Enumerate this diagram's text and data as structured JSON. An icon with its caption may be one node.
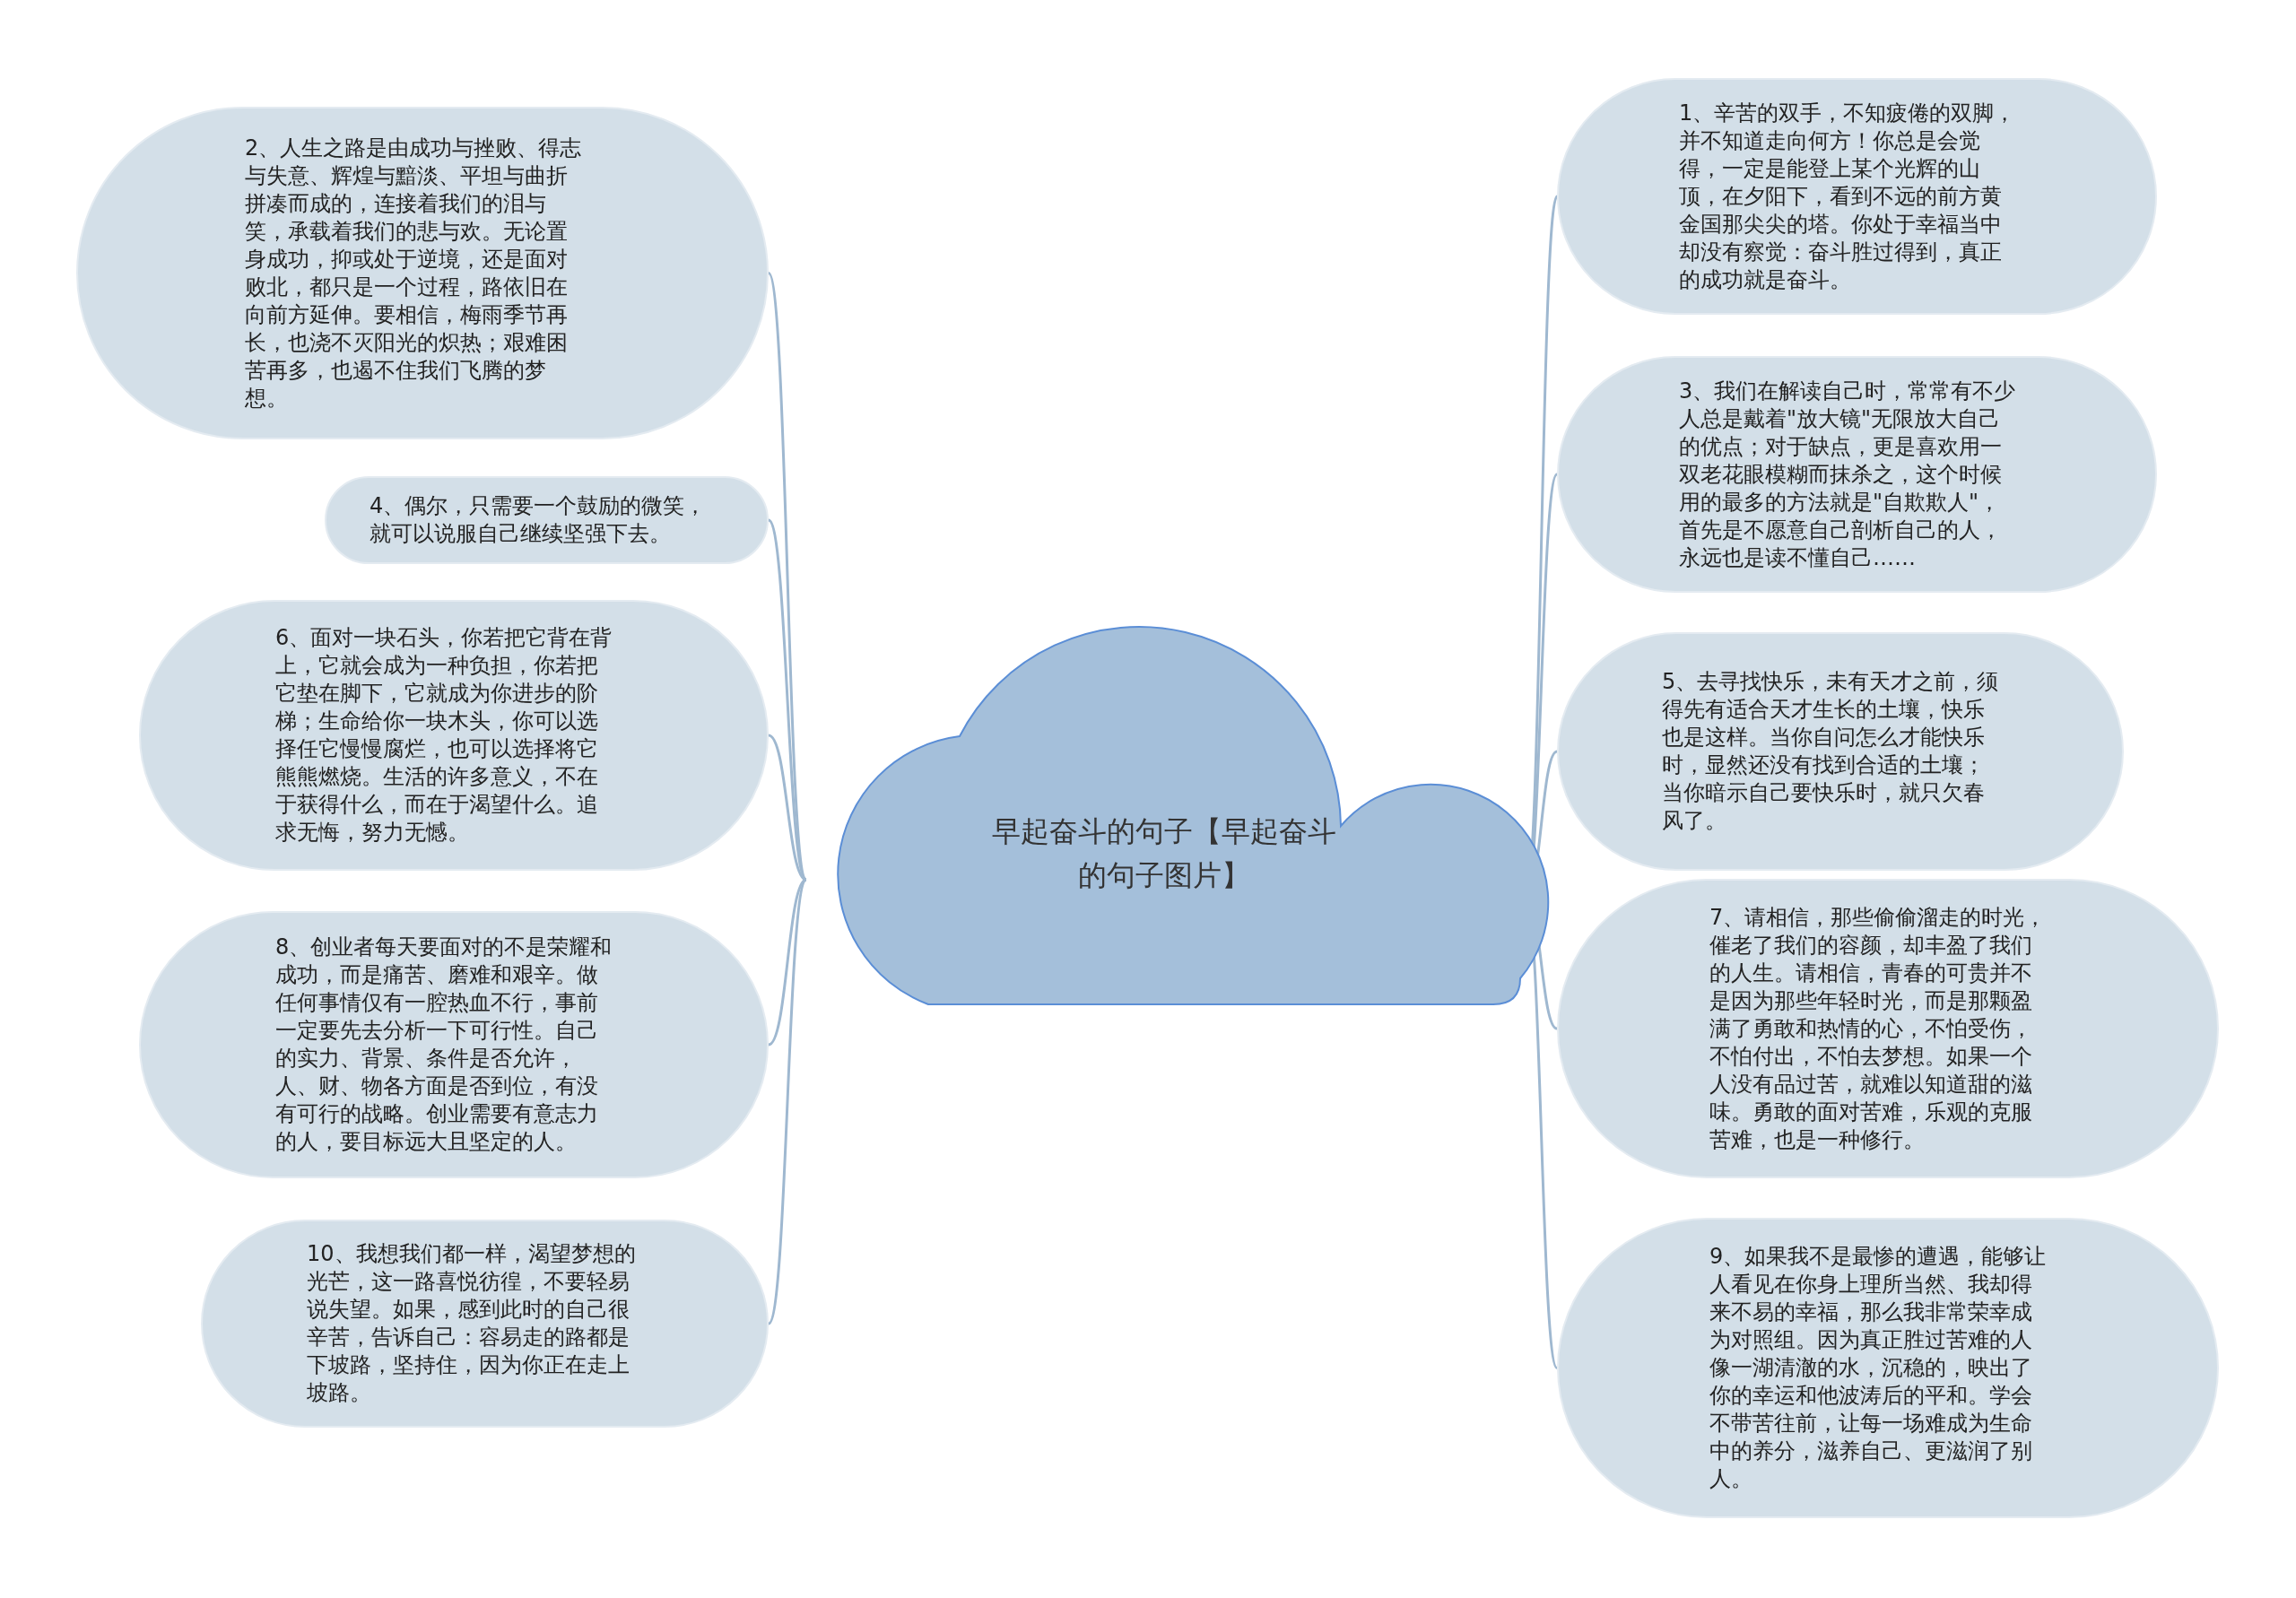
{
  "diagram": {
    "nodes": [
      {
        "text": [
          "早起奋斗的句子【早起奋斗的句子图片】"
        ]
      },
      {
        "text": [
          "1、辛苦的双手，不知疲倦的双脚，并不知道走向何方！你总是会觉得，一定是能登上某个光辉的山顶，在夕阳下，看到不远的前方黄金国那尖尖的塔。你处于幸福当中却没有察觉：奋斗胜过得到，真正的成功就是奋斗。"
        ]
      },
      {
        "text": [
          "2、人生之路是由成功与挫败、得志与失意、辉煌与黯淡、平坦与曲折拼凑而成的，连接着我们的泪与笑，承载着我们的悲与欢。无论置身成功，抑或处于逆境，还是面对败北，都只是一个过程，路依旧在向前方延伸。要相信，梅雨季节再长，也浇不灭阳光的炽热；艰难困苦再多，也遏不住我们飞腾的梦想。"
        ]
      },
      {
        "text": [
          "3、我们在解读自己时，常常有不少人总是戴着\"放大镜\"无限放大自己的优点；对于缺点，更是喜欢用一双老花眼模糊而抹杀之，这个时候用的最多的方法就是\"自欺欺人\"，首先是不愿意自己剖析自己的人，永远也是读不懂自己……"
        ]
      },
      {
        "text": [
          "4、偶尔，只需要一个鼓励的微笑，就可以说服自己继续坚强下去。"
        ]
      },
      {
        "text": [
          "5、去寻找快乐，未有天才之前，须得先有适合天才生长的土壤，快乐也是这样。当你自问怎么才能快乐时，显然还没有找到合适的土壤；当你暗示自己要快乐时，就只欠春风了。"
        ]
      },
      {
        "text": [
          "6、面对一块石头，你若把它背在背上，它就会成为一种负担，你若把它垫在脚下，它就成为你进步的阶梯；生命给你一块木头，你可以选择任它慢慢腐烂，也可以选择将它熊熊燃烧。生活的许多意义，不在于获得什么，而在于渴望什么。追求无悔，努力无憾。"
        ]
      },
      {
        "text": [
          "7、请相信，那些偷偷溜走的时光，催老了我们的容颜，却丰盈了我们的人生。请相信，青春的可贵并不是因为那些年轻时光，而是那颗盈满了勇敢和热情的心，不怕受伤，不怕付出，不怕去梦想。如果一个人没有品过苦，就难以知道甜的滋味。勇敢的面对苦难，乐观的克服苦难，也是一种修行。"
        ]
      },
      {
        "text": [
          "8、创业者每天要面对的不是荣耀和成功，而是痛苦、磨难和艰辛。做任何事情仅有一腔热血不行，事前一定要先去分析一下可行性。自己的实力、背景、条件是否允许，人、财、物各方面是否到位，有没有可行的战略。创业需要有意志力的人，要目标远大且坚定的人。"
        ]
      },
      {
        "text": [
          "9、如果我不是最惨的遭遇，能够让人看见在你身上理所当然、我却得来不易的幸福，那么我非常荣幸成为对照组。因为真正胜过苦难的人像一湖清澈的水，沉稳的，映出了你的幸运和他波涛后的平和。学会不带苦往前，让每一场难成为生命中的养分，滋养自己、更滋润了别人。"
        ]
      },
      {
        "text": [
          "10、我想我们都一样，渴望梦想的光芒，这一路喜悦彷徨，不要轻易说失望。如果，感到此时的自己很辛苦，告诉自己：容易走的路都是下坡路，坚持住，因为你正在走上坡路。"
        ]
      }
    ],
    "edges": [
      {
        "from": 0,
        "to": 1,
        "arrow": "none"
      },
      {
        "from": 0,
        "to": 2,
        "arrow": "none"
      },
      {
        "from": 0,
        "to": 3,
        "arrow": "none"
      },
      {
        "from": 0,
        "to": 4,
        "arrow": "none"
      },
      {
        "from": 0,
        "to": 5,
        "arrow": "none"
      },
      {
        "from": 0,
        "to": 6,
        "arrow": "none"
      },
      {
        "from": 0,
        "to": 7,
        "arrow": "none"
      },
      {
        "from": 0,
        "to": 8,
        "arrow": "none"
      },
      {
        "from": 0,
        "to": 9,
        "arrow": "none"
      },
      {
        "from": 0,
        "to": 10,
        "arrow": "none"
      }
    ]
  }
}
